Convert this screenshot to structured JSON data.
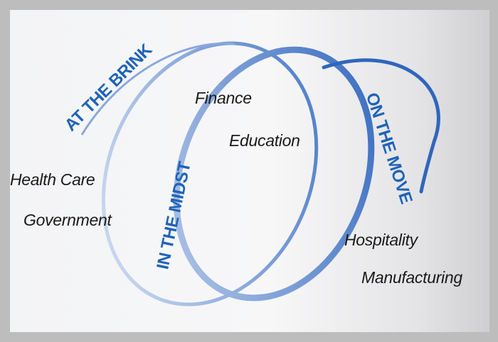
{
  "stages": {
    "at_the_brink": "AT THE BRINK",
    "in_the_midst": "IN THE MIDST",
    "on_the_move": "ON THE MOVE"
  },
  "sectors": {
    "finance": "Finance",
    "education": "Education",
    "health_care": "Health Care",
    "government": "Government",
    "hospitality": "Hospitality",
    "manufacturing": "Manufacturing"
  },
  "colors": {
    "stage_text": "#1f63b8",
    "ring": "#3f74c4",
    "border": "#bdbdbd"
  }
}
